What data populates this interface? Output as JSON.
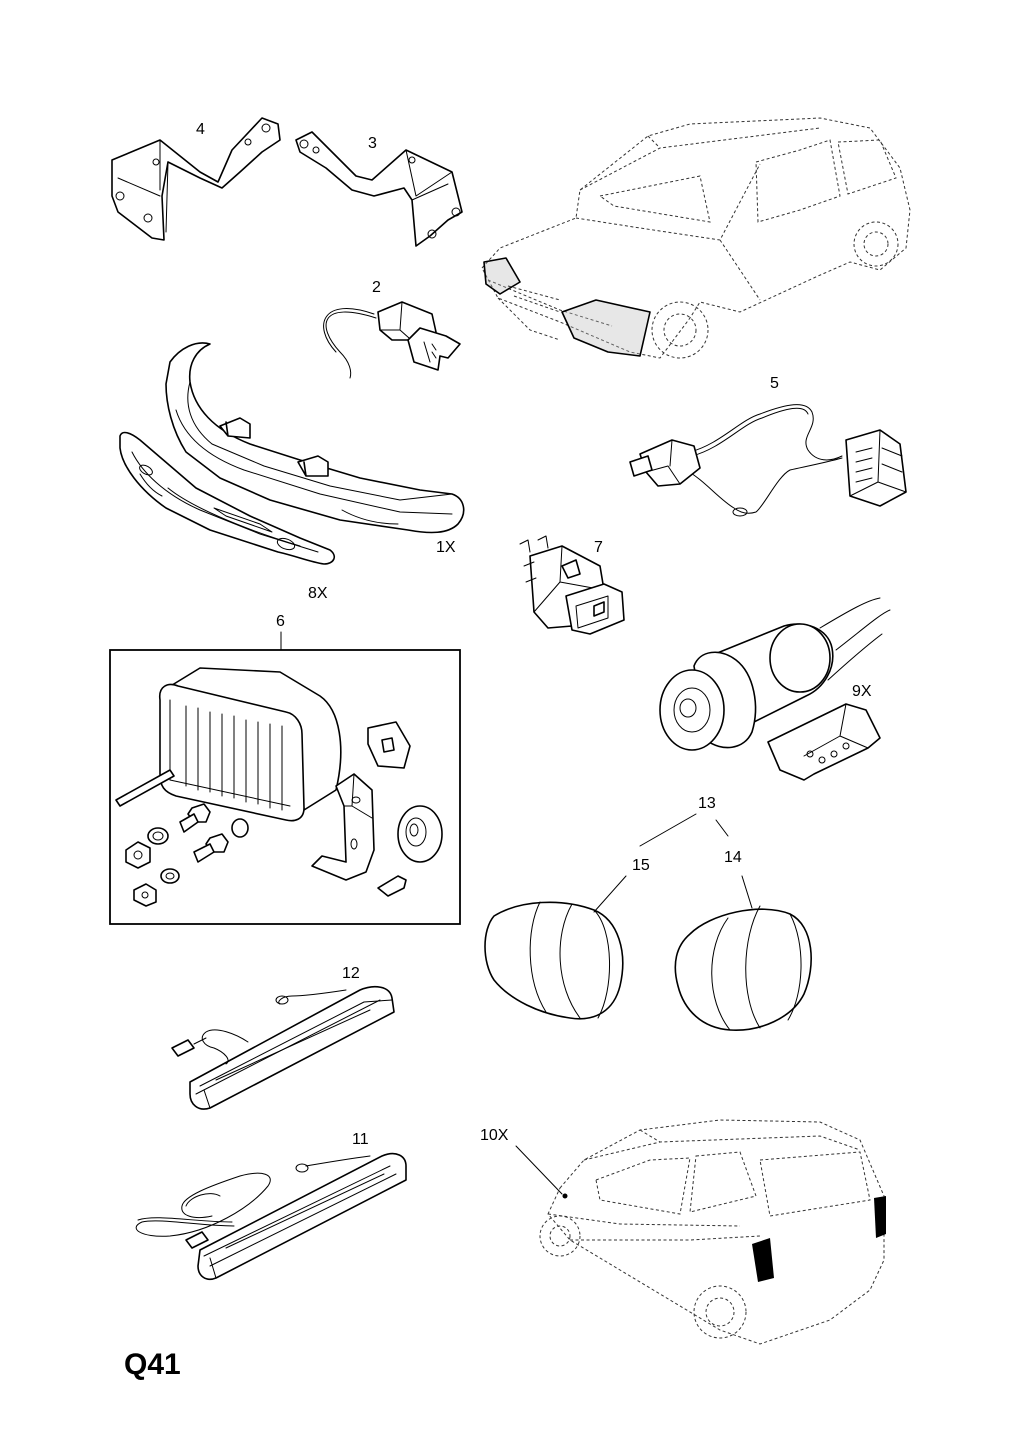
{
  "diagram": {
    "code": "Q41",
    "callouts": {
      "p1": "1X",
      "p2": "2",
      "p3": "3",
      "p4": "4",
      "p5": "5",
      "p6": "6",
      "p7": "7",
      "p8": "8X",
      "p9": "9X",
      "p10": "10X",
      "p11": "11",
      "p12": "12",
      "p13": "13",
      "p14": "14",
      "p15": "15"
    }
  }
}
